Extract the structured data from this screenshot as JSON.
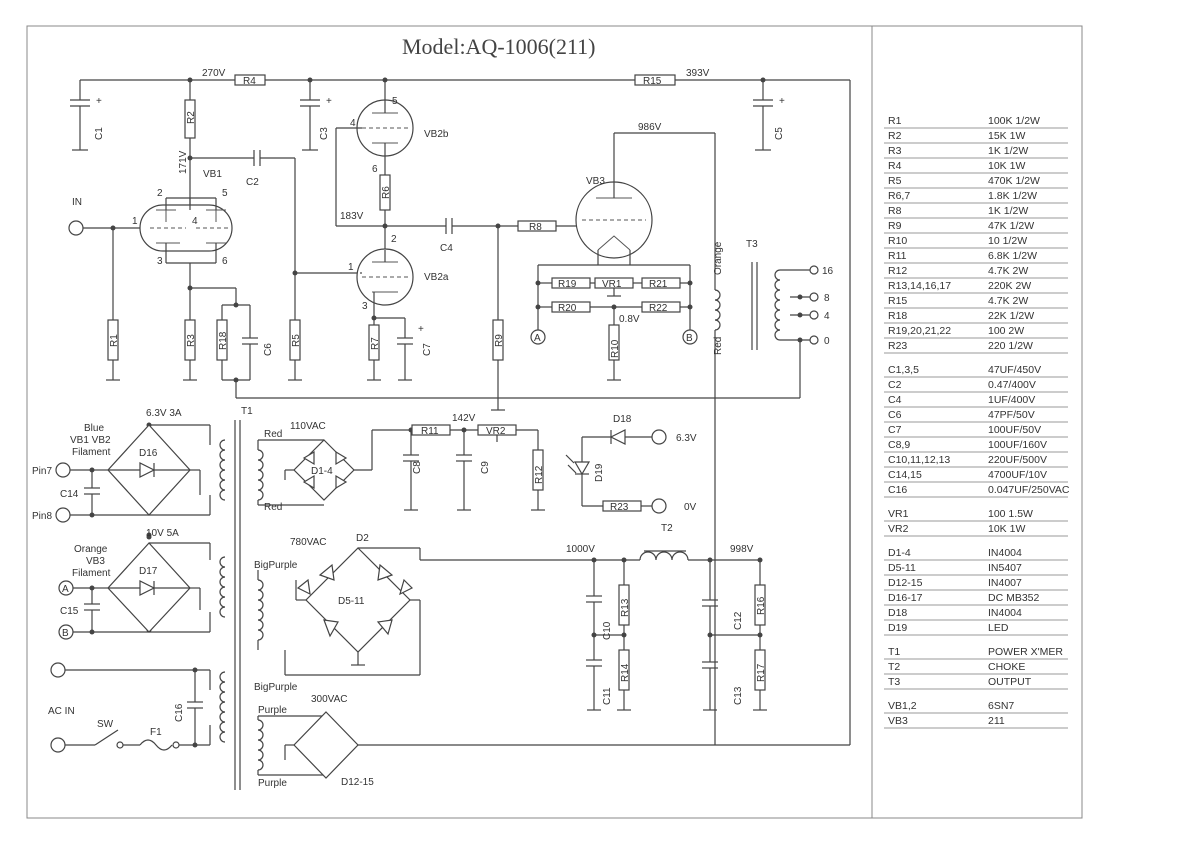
{
  "title": "Model:AQ-1006(211)",
  "voltages": {
    "v270": "270V",
    "v393": "393V",
    "v171": "171V",
    "v183": "183V",
    "v986": "986V",
    "v142": "142V",
    "v08": "0.8V",
    "v1000": "1000V",
    "v998": "998V",
    "v63a": "6.3V",
    "v63b": "6.3V  3A",
    "v0": "0V",
    "v10a": "10V  5A"
  },
  "tubes": {
    "vb1": "VB1",
    "vb2a": "VB2a",
    "vb2b": "VB2b",
    "vb3": "VB3"
  },
  "pins": [
    "1",
    "2",
    "3",
    "4",
    "5",
    "6",
    "1",
    "2",
    "3",
    "4",
    "5",
    "6"
  ],
  "io": {
    "in": "IN",
    "acin": "AC  IN",
    "sw": "SW",
    "f1": "F1",
    "pin7": "Pin7",
    "pin8": "Pin8"
  },
  "refs": {
    "R1": "R1",
    "R2": "R2",
    "R3": "R3",
    "R4": "R4",
    "R5": "R5",
    "R6": "R6",
    "R7": "R7",
    "R8": "R8",
    "R9": "R9",
    "R10": "R10",
    "R11": "R11",
    "R12": "R12",
    "R13": "R13",
    "R14": "R14",
    "R15": "R15",
    "R16": "R16",
    "R17": "R17",
    "R18": "R18",
    "R19": "R19",
    "R20": "R20",
    "R21": "R21",
    "R22": "R22",
    "R23": "R23",
    "VR1": "VR1",
    "VR2": "VR2",
    "C1": "C1",
    "C2": "C2",
    "C3": "C3",
    "C4": "C4",
    "C5": "C5",
    "C6": "C6",
    "C7": "C7",
    "C8": "C8",
    "C9": "C9",
    "C10": "C10",
    "C11": "C11",
    "C12": "C12",
    "C13": "C13",
    "C14": "C14",
    "C15": "C15",
    "C16": "C16",
    "D1_4": "D1-4",
    "D5_11": "D5-11",
    "D12_15": "D12-15",
    "D16": "D16",
    "D17": "D17",
    "D18": "D18",
    "D19": "D19",
    "D2": "D2",
    "T1": "T1",
    "T2": "T2",
    "T3": "T3"
  },
  "transformer": {
    "red1": "Red",
    "red2": "Red",
    "vac110": "110VAC",
    "vac780": "780VAC",
    "vac300": "300VAC",
    "bigpurple1": "BigPurple",
    "bigpurple2": "BigPurple",
    "purple1": "Purple",
    "purple2": "Purple",
    "blue": "Blue",
    "vb1vb2": "VB1  VB2",
    "filament1": "Filament",
    "orange": "Orange",
    "vb3": "VB3",
    "filament2": "Filament"
  },
  "output": {
    "orange": "Orange",
    "red": "Red",
    "taps": [
      "16",
      "8",
      "4",
      "0"
    ]
  },
  "markers": {
    "A": "A",
    "B": "B"
  },
  "bom": [
    [
      [
        "R1",
        "100K  1/2W"
      ],
      [
        "R2",
        "15K   1W"
      ],
      [
        "R3",
        "1K  1/2W"
      ],
      [
        "R4",
        "10K     1W"
      ],
      [
        "R5",
        "470K  1/2W"
      ],
      [
        "R6,7",
        "1.8K  1/2W"
      ],
      [
        "R8",
        "1K  1/2W"
      ],
      [
        "R9",
        "47K  1/2W"
      ],
      [
        "R10",
        "10  1/2W"
      ],
      [
        "R11",
        "6.8K  1/2W"
      ],
      [
        "R12",
        "4.7K  2W"
      ],
      [
        "R13,14,16,17",
        "220K  2W"
      ],
      [
        "R15",
        "4.7K    2W"
      ],
      [
        "R18",
        "22K  1/2W"
      ],
      [
        "R19,20,21,22",
        "100  2W"
      ],
      [
        "R23",
        "220  1/2W"
      ]
    ],
    [
      [
        "C1,3,5",
        "47UF/450V"
      ],
      [
        "C2",
        "0.47/400V"
      ],
      [
        "C4",
        "1UF/400V"
      ],
      [
        "C6",
        "47PF/50V"
      ],
      [
        "C7",
        "100UF/50V"
      ],
      [
        "C8,9",
        "100UF/160V"
      ],
      [
        "C10,11,12,13",
        "220UF/500V"
      ],
      [
        "C14,15",
        "4700UF/10V"
      ],
      [
        "C16",
        "0.047UF/250VAC"
      ]
    ],
    [
      [
        "VR1",
        "100  1.5W"
      ],
      [
        "VR2",
        "10K  1W"
      ]
    ],
    [
      [
        "D1-4",
        "IN4004"
      ],
      [
        "D5-11",
        "IN5407"
      ],
      [
        "D12-15",
        "IN4007"
      ],
      [
        "D16-17",
        "DC  MB352"
      ],
      [
        "D18",
        "IN4004"
      ],
      [
        "D19",
        "LED"
      ]
    ],
    [
      [
        "T1",
        "POWER  X'MER"
      ],
      [
        "T2",
        "CHOKE"
      ],
      [
        "T3",
        "OUTPUT"
      ]
    ],
    [
      [
        "VB1,2",
        "6SN7"
      ],
      [
        "VB3",
        "211"
      ]
    ]
  ]
}
